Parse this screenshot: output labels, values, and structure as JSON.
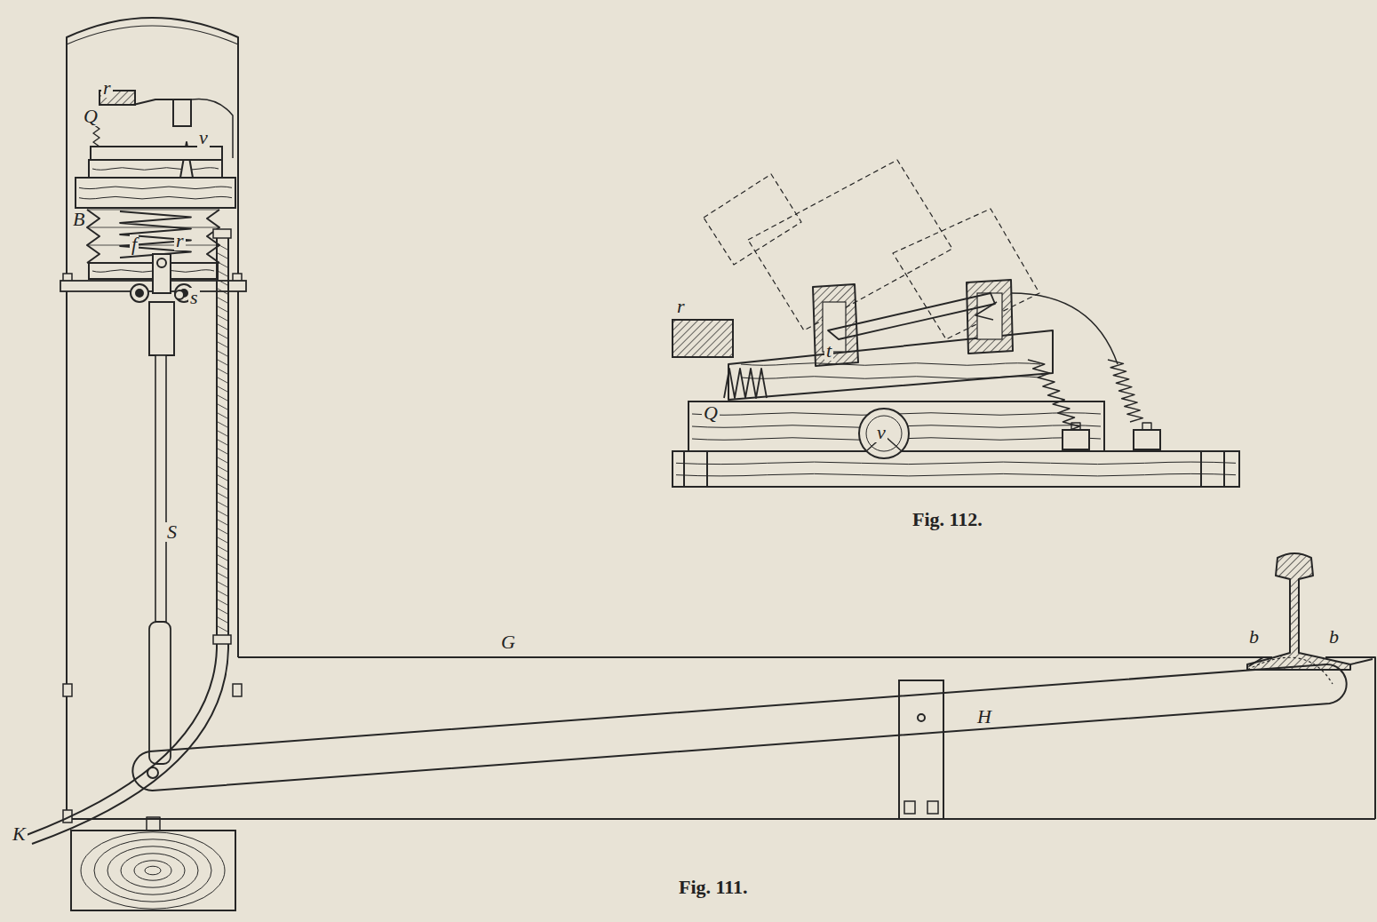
{
  "diagram": {
    "labels": [
      "r",
      "Q",
      "v",
      "B",
      "f",
      "r",
      "s",
      "S",
      "G",
      "H",
      "K",
      "b",
      "b",
      "r",
      "t",
      "Q",
      "v",
      "Fig. 112.",
      "Fig. 111."
    ]
  }
}
